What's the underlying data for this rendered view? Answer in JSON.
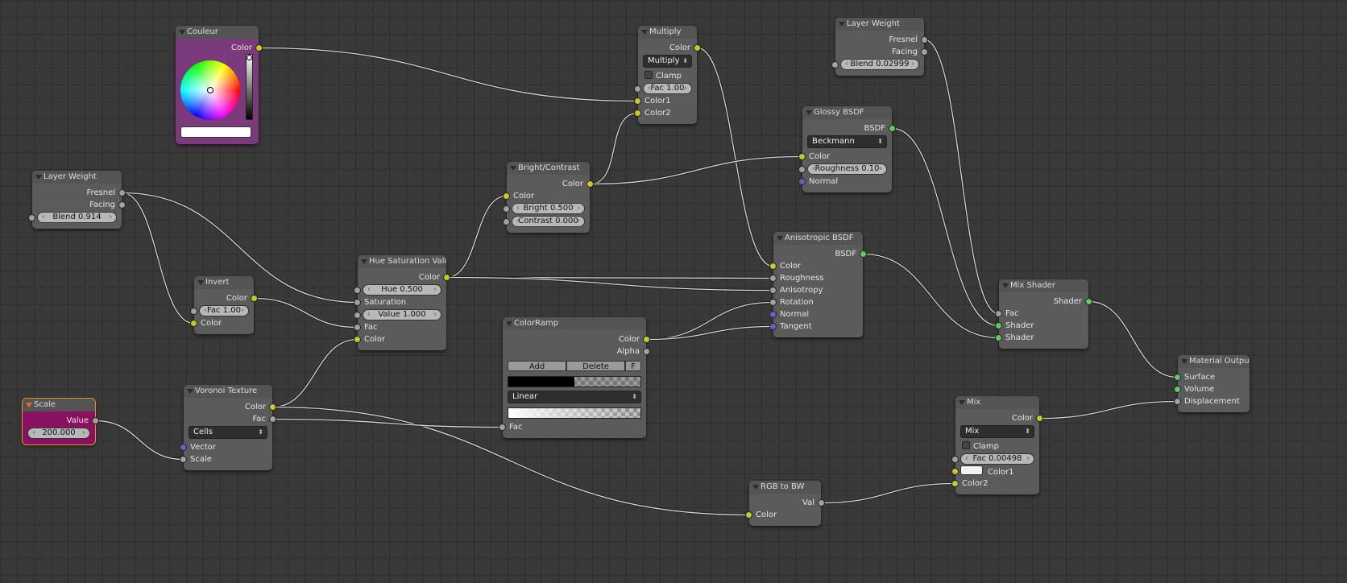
{
  "socket_colors": {
    "color": "#c8c829",
    "value": "#a1a1a1",
    "vector": "#6363c7",
    "shader": "#63c763"
  },
  "nodes": [
    {
      "id": "couleur",
      "title": "Couleur",
      "rows": [
        {
          "t": "out",
          "label": "Color",
          "s": "color"
        },
        {
          "t": "wheel"
        }
      ]
    },
    {
      "id": "multiply",
      "title": "Multiply",
      "rows": [
        {
          "t": "out",
          "label": "Color",
          "s": "color"
        },
        {
          "t": "select",
          "label": "Multiply"
        },
        {
          "t": "check",
          "label": "Clamp"
        },
        {
          "t": "infield",
          "label": "Fac 1.00",
          "s": "value"
        },
        {
          "t": "in",
          "label": "Color1",
          "s": "color"
        },
        {
          "t": "in",
          "label": "Color2",
          "s": "color"
        }
      ]
    },
    {
      "id": "lw1",
      "title": "Layer Weight",
      "rows": [
        {
          "t": "out",
          "label": "Fresnel",
          "s": "value"
        },
        {
          "t": "out",
          "label": "Facing",
          "s": "value"
        },
        {
          "t": "infield",
          "label": "Blend 0.02999",
          "s": "value"
        }
      ]
    },
    {
      "id": "glossy",
      "title": "Glossy BSDF",
      "rows": [
        {
          "t": "out",
          "label": "BSDF",
          "s": "shader"
        },
        {
          "t": "select",
          "label": "Beckmann"
        },
        {
          "t": "in",
          "label": "Color",
          "s": "color"
        },
        {
          "t": "infield",
          "label": "Roughness 0.10",
          "s": "value"
        },
        {
          "t": "in",
          "label": "Normal",
          "s": "vector"
        }
      ]
    },
    {
      "id": "lw2",
      "title": "Layer Weight",
      "rows": [
        {
          "t": "out",
          "label": "Fresnel",
          "s": "value"
        },
        {
          "t": "out",
          "label": "Facing",
          "s": "value"
        },
        {
          "t": "infield",
          "label": "Blend 0.914",
          "s": "value"
        }
      ]
    },
    {
      "id": "bright",
      "title": "Bright/Contrast",
      "rows": [
        {
          "t": "out",
          "label": "Color",
          "s": "color"
        },
        {
          "t": "in",
          "label": "Color",
          "s": "color"
        },
        {
          "t": "infield",
          "label": "Bright 0.500",
          "s": "value"
        },
        {
          "t": "infield",
          "label": "Contrast 0.000",
          "s": "value"
        }
      ]
    },
    {
      "id": "aniso",
      "title": "Anisotropic BSDF",
      "rows": [
        {
          "t": "out",
          "label": "BSDF",
          "s": "shader"
        },
        {
          "t": "in",
          "label": "Color",
          "s": "color"
        },
        {
          "t": "in",
          "label": "Roughness",
          "s": "value"
        },
        {
          "t": "in",
          "label": "Anisotropy",
          "s": "value"
        },
        {
          "t": "in",
          "label": "Rotation",
          "s": "value"
        },
        {
          "t": "in",
          "label": "Normal",
          "s": "vector"
        },
        {
          "t": "in",
          "label": "Tangent",
          "s": "vector"
        }
      ]
    },
    {
      "id": "huesat",
      "title": "Hue Saturation Valu",
      "rows": [
        {
          "t": "out",
          "label": "Color",
          "s": "color"
        },
        {
          "t": "infield",
          "label": "Hue 0.500",
          "s": "value"
        },
        {
          "t": "in",
          "label": "Saturation",
          "s": "value"
        },
        {
          "t": "infield",
          "label": "Value 1.000",
          "s": "value"
        },
        {
          "t": "in",
          "label": "Fac",
          "s": "value"
        },
        {
          "t": "in",
          "label": "Color",
          "s": "color"
        }
      ]
    },
    {
      "id": "invert",
      "title": "Invert",
      "rows": [
        {
          "t": "out",
          "label": "Color",
          "s": "color"
        },
        {
          "t": "infield",
          "label": "Fac 1.00",
          "s": "value"
        },
        {
          "t": "in",
          "label": "Color",
          "s": "color"
        }
      ]
    },
    {
      "id": "mixshader",
      "title": "Mix Shader",
      "rows": [
        {
          "t": "out",
          "label": "Shader",
          "s": "shader"
        },
        {
          "t": "in",
          "label": "Fac",
          "s": "value"
        },
        {
          "t": "in",
          "label": "Shader",
          "s": "shader"
        },
        {
          "t": "in",
          "label": "Shader",
          "s": "shader"
        }
      ]
    },
    {
      "id": "ramp",
      "title": "ColorRamp",
      "rows": [
        {
          "t": "out",
          "label": "Color",
          "s": "color"
        },
        {
          "t": "out",
          "label": "Alpha",
          "s": "value"
        },
        {
          "t": "buttons",
          "labels": [
            "Add",
            "Delete",
            "F"
          ]
        },
        {
          "t": "ramp"
        },
        {
          "t": "select",
          "label": "Linear"
        },
        {
          "t": "grad"
        },
        {
          "t": "in",
          "label": "Fac",
          "s": "value"
        }
      ]
    },
    {
      "id": "matout",
      "title": "Material Outpu",
      "rows": [
        {
          "t": "in",
          "label": "Surface",
          "s": "shader"
        },
        {
          "t": "in",
          "label": "Volume",
          "s": "shader"
        },
        {
          "t": "in",
          "label": "Displacement",
          "s": "value"
        }
      ]
    },
    {
      "id": "scale",
      "title": "Scale",
      "selected": true,
      "rows": [
        {
          "t": "out",
          "label": "Value",
          "s": "value"
        },
        {
          "t": "field",
          "label": "200.000"
        }
      ]
    },
    {
      "id": "voronoi",
      "title": "Voronoi Texture",
      "rows": [
        {
          "t": "out",
          "label": "Color",
          "s": "color"
        },
        {
          "t": "out",
          "label": "Fac",
          "s": "value"
        },
        {
          "t": "select",
          "label": "Cells"
        },
        {
          "t": "in",
          "label": "Vector",
          "s": "vector"
        },
        {
          "t": "in",
          "label": "Scale",
          "s": "value"
        }
      ]
    },
    {
      "id": "mix",
      "title": "Mix",
      "rows": [
        {
          "t": "out",
          "label": "Color",
          "s": "color"
        },
        {
          "t": "select",
          "label": "Mix"
        },
        {
          "t": "check",
          "label": "Clamp"
        },
        {
          "t": "infield",
          "label": "Fac 0.00498",
          "s": "value"
        },
        {
          "t": "swatch",
          "label": "Color1",
          "s": "color"
        },
        {
          "t": "in",
          "label": "Color2",
          "s": "color"
        }
      ]
    },
    {
      "id": "rgbbw",
      "title": "RGB to BW",
      "rows": [
        {
          "t": "out",
          "label": "Val",
          "s": "value"
        },
        {
          "t": "in",
          "label": "Color",
          "s": "color"
        }
      ]
    }
  ],
  "links": [
    [
      "couleur",
      0,
      "multiply",
      4
    ],
    [
      "multiply",
      0,
      "aniso",
      1
    ],
    [
      "bright",
      0,
      "multiply",
      5
    ],
    [
      "bright",
      0,
      "glossy",
      2
    ],
    [
      "lw1",
      0,
      "mixshader",
      1
    ],
    [
      "glossy",
      0,
      "mixshader",
      2
    ],
    [
      "aniso",
      0,
      "mixshader",
      3
    ],
    [
      "lw2",
      0,
      "invert",
      2
    ],
    [
      "lw2",
      0,
      "huesat",
      2
    ],
    [
      "invert",
      0,
      "huesat",
      4
    ],
    [
      "huesat",
      0,
      "bright",
      1
    ],
    [
      "huesat",
      0,
      "aniso",
      2
    ],
    [
      "huesat",
      0,
      "aniso",
      3
    ],
    [
      "voronoi",
      0,
      "huesat",
      5
    ],
    [
      "voronoi",
      0,
      "rgbbw",
      1
    ],
    [
      "voronoi",
      1,
      "ramp",
      6
    ],
    [
      "ramp",
      0,
      "aniso",
      4
    ],
    [
      "ramp",
      0,
      "aniso",
      6
    ],
    [
      "scale",
      0,
      "voronoi",
      4
    ],
    [
      "mixshader",
      0,
      "matout",
      0
    ],
    [
      "mix",
      0,
      "matout",
      2
    ],
    [
      "rgbbw",
      0,
      "mix",
      5
    ]
  ]
}
